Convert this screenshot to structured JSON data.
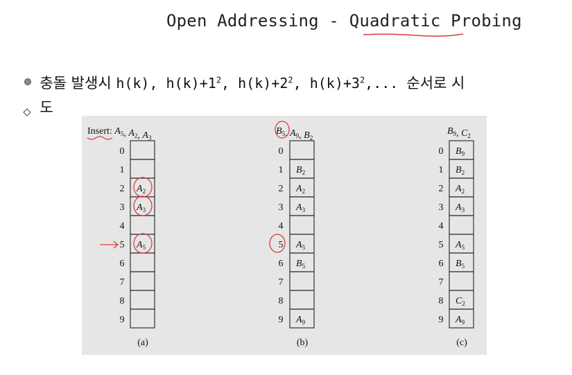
{
  "slide": {
    "title_pre": "Open Addressing - ",
    "title_hl": "Quadratic",
    "title_post": " Probing",
    "bullet1_korean": "충돌 발생시 ",
    "bullet1_formula": "h(k), h(k)+1², h(k)+2², h(k)+3²,... ",
    "bullet1_suffix": "순서로 시",
    "bullet2": "도"
  },
  "figure": {
    "tables": [
      {
        "header_parts": [
          "Insert: ",
          "A",
          "5",
          ", ",
          "A",
          "2",
          ", ",
          "A",
          "3"
        ],
        "caption": "(a)",
        "indices": [
          "0",
          "1",
          "2",
          "3",
          "4",
          "5",
          "6",
          "7",
          "8",
          "9"
        ],
        "cells": [
          [
            "",
            ""
          ],
          [
            "",
            ""
          ],
          [
            "A",
            "2"
          ],
          [
            "A",
            "3"
          ],
          [
            "",
            ""
          ],
          [
            "A",
            "5"
          ],
          [
            "",
            ""
          ],
          [
            "",
            ""
          ],
          [
            "",
            ""
          ],
          [
            "",
            ""
          ]
        ]
      },
      {
        "header_parts": [
          "",
          "B",
          "5",
          ", ",
          "A",
          "9",
          ", ",
          "B",
          "2"
        ],
        "caption": "(b)",
        "indices": [
          "0",
          "1",
          "2",
          "3",
          "4",
          "5",
          "6",
          "7",
          "8",
          "9"
        ],
        "cells": [
          [
            "",
            ""
          ],
          [
            "B",
            "2"
          ],
          [
            "A",
            "2"
          ],
          [
            "A",
            "3"
          ],
          [
            "",
            ""
          ],
          [
            "A",
            "5"
          ],
          [
            "B",
            "5"
          ],
          [
            "",
            ""
          ],
          [
            "",
            ""
          ],
          [
            "A",
            "9"
          ]
        ]
      },
      {
        "header_parts": [
          "",
          "B",
          "9",
          ", ",
          "C",
          "2",
          "",
          "",
          ""
        ],
        "caption": "(c)",
        "indices": [
          "0",
          "1",
          "2",
          "3",
          "4",
          "5",
          "6",
          "7",
          "8",
          "9"
        ],
        "cells": [
          [
            "B",
            "9"
          ],
          [
            "B",
            "2"
          ],
          [
            "A",
            "2"
          ],
          [
            "A",
            "3"
          ],
          [
            "",
            ""
          ],
          [
            "A",
            "5"
          ],
          [
            "B",
            "5"
          ],
          [
            "",
            ""
          ],
          [
            "C",
            "2"
          ],
          [
            "A",
            "9"
          ]
        ]
      }
    ],
    "colors": {
      "annotation": "#e03a3a",
      "panel": "#e6e6e6",
      "cell_border": "#333333"
    },
    "annotations": [
      "circle-a2",
      "circle-a3",
      "circle-a5",
      "arrow-to-5",
      "circle-b5",
      "circle-index-5"
    ]
  }
}
